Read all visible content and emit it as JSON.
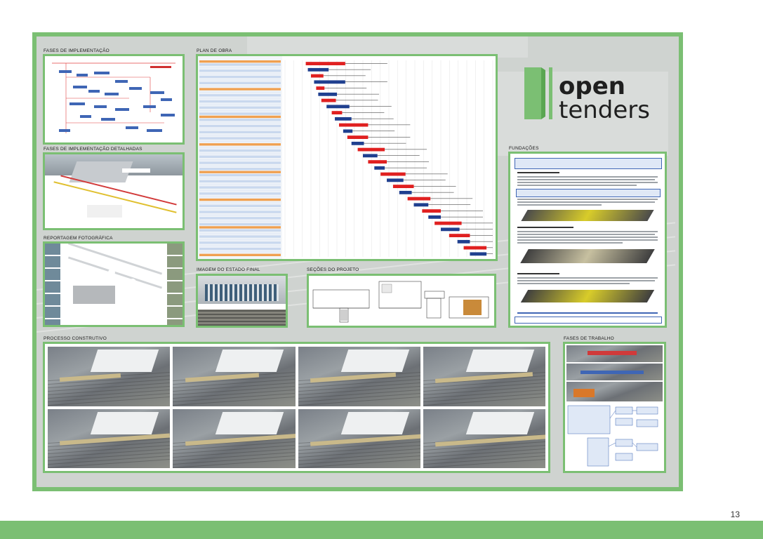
{
  "labels": {
    "fases_impl": "FASES DE IMPLEMENTAÇÃO",
    "plan_obra": "PLAN DE OBRA",
    "fases_detalhadas": "FASES DE IMPLEMENTAÇÃO DETALHADAS",
    "reportagem": "REPORTAGEM FOTOGRÁFICA",
    "imagem_final": "IMAGEM DO ESTADO FINAL",
    "secoes": "SEÇÕES DO PROJETO",
    "fundacoes": "FUNDAÇÕES",
    "processo": "PROCESSO CONSTRUTIVO",
    "fases_trabalho": "FASES DE TRABALHO"
  },
  "logo": {
    "line1": "open",
    "line2": "tenders"
  },
  "page_number": "13",
  "colors": {
    "accent": "#7bbf73",
    "gantt_red": "#e02020",
    "gantt_blue": "#1f3f8f",
    "doc_blue": "#3f66b5"
  },
  "chart_data": {
    "type": "gantt",
    "title": "",
    "bars": [
      {
        "start": 20,
        "len": 38,
        "color": "red"
      },
      {
        "start": 22,
        "len": 20,
        "color": "blue"
      },
      {
        "start": 25,
        "len": 12,
        "color": "red"
      },
      {
        "start": 28,
        "len": 30,
        "color": "blue"
      },
      {
        "start": 30,
        "len": 8,
        "color": "red"
      },
      {
        "start": 32,
        "len": 18,
        "color": "blue"
      },
      {
        "start": 35,
        "len": 14,
        "color": "red"
      },
      {
        "start": 40,
        "len": 22,
        "color": "blue"
      },
      {
        "start": 45,
        "len": 10,
        "color": "red"
      },
      {
        "start": 48,
        "len": 16,
        "color": "blue"
      },
      {
        "start": 52,
        "len": 28,
        "color": "red"
      },
      {
        "start": 56,
        "len": 9,
        "color": "blue"
      },
      {
        "start": 60,
        "len": 20,
        "color": "red"
      },
      {
        "start": 64,
        "len": 12,
        "color": "blue"
      },
      {
        "start": 70,
        "len": 26,
        "color": "red"
      },
      {
        "start": 75,
        "len": 14,
        "color": "blue"
      },
      {
        "start": 80,
        "len": 18,
        "color": "red"
      },
      {
        "start": 86,
        "len": 10,
        "color": "blue"
      },
      {
        "start": 92,
        "len": 24,
        "color": "red"
      },
      {
        "start": 98,
        "len": 16,
        "color": "blue"
      },
      {
        "start": 104,
        "len": 20,
        "color": "red"
      },
      {
        "start": 110,
        "len": 12,
        "color": "blue"
      },
      {
        "start": 118,
        "len": 22,
        "color": "red"
      },
      {
        "start": 124,
        "len": 14,
        "color": "blue"
      },
      {
        "start": 132,
        "len": 18,
        "color": "red"
      },
      {
        "start": 138,
        "len": 12,
        "color": "blue"
      },
      {
        "start": 144,
        "len": 26,
        "color": "red"
      },
      {
        "start": 150,
        "len": 18,
        "color": "blue"
      },
      {
        "start": 158,
        "len": 20,
        "color": "red"
      },
      {
        "start": 166,
        "len": 12,
        "color": "blue"
      },
      {
        "start": 172,
        "len": 22,
        "color": "red"
      },
      {
        "start": 178,
        "len": 16,
        "color": "blue"
      }
    ]
  }
}
